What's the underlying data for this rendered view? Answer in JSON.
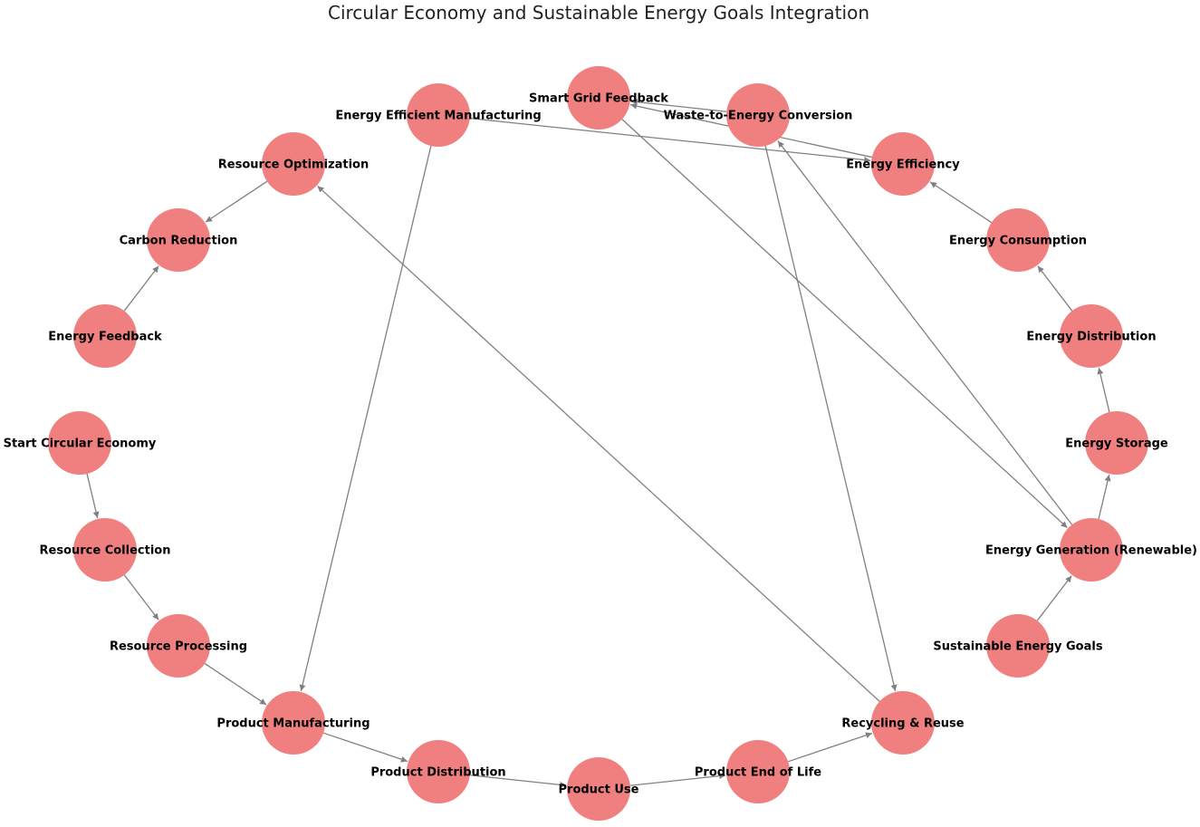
{
  "title": "Circular Economy and Sustainable Energy Goals Integration",
  "colors": {
    "node_fill": "#f08080",
    "edge": "#808080",
    "label": "#000000"
  },
  "nodes": [
    {
      "id": "smart-grid-feedback",
      "label": "Smart Grid Feedback"
    },
    {
      "id": "waste-to-energy-conversion",
      "label": "Waste-to-Energy Conversion"
    },
    {
      "id": "energy-efficiency",
      "label": "Energy Efficiency"
    },
    {
      "id": "energy-consumption",
      "label": "Energy Consumption"
    },
    {
      "id": "energy-distribution",
      "label": "Energy Distribution"
    },
    {
      "id": "energy-storage",
      "label": "Energy Storage"
    },
    {
      "id": "energy-generation-renewable",
      "label": "Energy Generation (Renewable)"
    },
    {
      "id": "sustainable-energy-goals",
      "label": "Sustainable Energy Goals"
    },
    {
      "id": "recycling-reuse",
      "label": "Recycling & Reuse"
    },
    {
      "id": "product-end-of-life",
      "label": "Product End of Life"
    },
    {
      "id": "product-use",
      "label": "Product Use"
    },
    {
      "id": "product-distribution",
      "label": "Product Distribution"
    },
    {
      "id": "product-manufacturing",
      "label": "Product Manufacturing"
    },
    {
      "id": "resource-processing",
      "label": "Resource Processing"
    },
    {
      "id": "resource-collection",
      "label": "Resource Collection"
    },
    {
      "id": "start-circular-economy",
      "label": "Start Circular Economy"
    },
    {
      "id": "energy-feedback",
      "label": "Energy Feedback"
    },
    {
      "id": "carbon-reduction",
      "label": "Carbon Reduction"
    },
    {
      "id": "resource-optimization",
      "label": "Resource Optimization"
    },
    {
      "id": "energy-efficient-manufacturing",
      "label": "Energy Efficient Manufacturing"
    }
  ],
  "edges": [
    {
      "from": "start-circular-economy",
      "to": "resource-collection"
    },
    {
      "from": "resource-collection",
      "to": "resource-processing"
    },
    {
      "from": "resource-processing",
      "to": "product-manufacturing"
    },
    {
      "from": "product-manufacturing",
      "to": "product-distribution"
    },
    {
      "from": "product-distribution",
      "to": "product-use"
    },
    {
      "from": "product-use",
      "to": "product-end-of-life"
    },
    {
      "from": "product-end-of-life",
      "to": "recycling-reuse"
    },
    {
      "from": "recycling-reuse",
      "to": "resource-optimization"
    },
    {
      "from": "resource-optimization",
      "to": "carbon-reduction"
    },
    {
      "from": "energy-feedback",
      "to": "carbon-reduction"
    },
    {
      "from": "energy-efficient-manufacturing",
      "to": "product-manufacturing"
    },
    {
      "from": "energy-efficient-manufacturing",
      "to": "energy-efficiency"
    },
    {
      "from": "waste-to-energy-conversion",
      "to": "recycling-reuse"
    },
    {
      "from": "waste-to-energy-conversion",
      "to": "smart-grid-feedback"
    },
    {
      "from": "energy-efficiency",
      "to": "smart-grid-feedback"
    },
    {
      "from": "smart-grid-feedback",
      "to": "energy-generation-renewable"
    },
    {
      "from": "energy-generation-renewable",
      "to": "waste-to-energy-conversion"
    },
    {
      "from": "sustainable-energy-goals",
      "to": "energy-generation-renewable"
    },
    {
      "from": "energy-generation-renewable",
      "to": "energy-storage"
    },
    {
      "from": "energy-storage",
      "to": "energy-distribution"
    },
    {
      "from": "energy-distribution",
      "to": "energy-consumption"
    },
    {
      "from": "energy-consumption",
      "to": "energy-efficiency"
    }
  ]
}
